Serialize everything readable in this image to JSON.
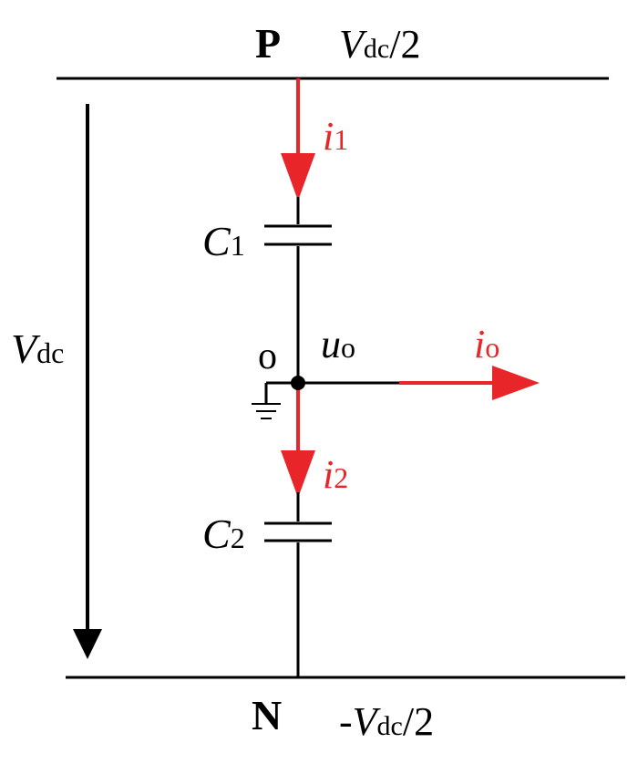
{
  "diagram": {
    "rail_top": {
      "node": "P",
      "voltage_main": "V",
      "voltage_sub": "dc",
      "voltage_tail": "/2"
    },
    "rail_bottom": {
      "node": "N",
      "voltage_prefix": "-",
      "voltage_main": "V",
      "voltage_sub": "dc",
      "voltage_tail": "/2"
    },
    "dc_voltage": {
      "main": "V",
      "sub": "dc"
    },
    "capacitor_top": {
      "main": "C",
      "sub": "1"
    },
    "capacitor_bottom": {
      "main": "C",
      "sub": "2"
    },
    "midpoint": {
      "node": "o",
      "voltage_main": "u",
      "voltage_sub": "o"
    },
    "current_i1": {
      "main": "i",
      "sub": "1"
    },
    "current_i2": {
      "main": "i",
      "sub": "2"
    },
    "current_io": {
      "main": "i",
      "sub": "o"
    },
    "colors": {
      "wire": "#000000",
      "current": "#e8262a"
    }
  }
}
